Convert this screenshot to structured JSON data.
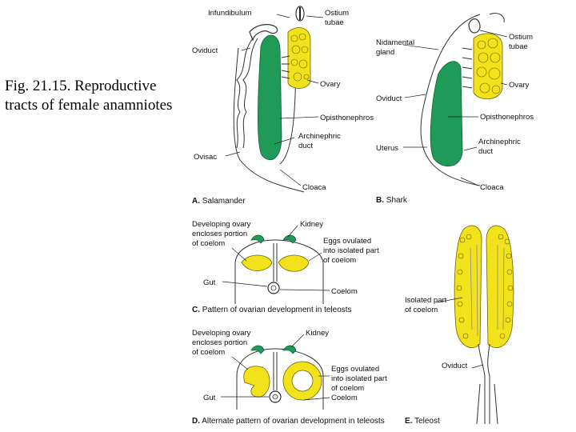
{
  "caption": {
    "line1": "Fig. 21.15. Reproductive",
    "line2": "tracts of female anamniotes"
  },
  "panel_a": {
    "letter": "A.",
    "name": "Salamander",
    "labels": {
      "infundibulum": "Infundibulum",
      "ostium_line1": "Ostium",
      "ostium_line2": "tubae",
      "oviduct": "Oviduct",
      "ovary": "Ovary",
      "opisthonephros": "Opisthonephros",
      "archinephric_line1": "Archinephric",
      "archinephric_line2": "duct",
      "ovisac": "Ovisac",
      "cloaca": "Cloaca"
    }
  },
  "panel_b": {
    "letter": "B.",
    "name": "Shark",
    "labels": {
      "nidamental_line1": "Nidamental",
      "nidamental_line2": "gland",
      "ostium_line1": "Ostium",
      "ostium_line2": "tubae",
      "ovary": "Ovary",
      "oviduct": "Oviduct",
      "opisthonephros": "Opisthonephros",
      "archinephric_line1": "Archinephric",
      "archinephric_line2": "duct",
      "uterus": "Uterus",
      "cloaca": "Cloaca"
    }
  },
  "panel_c": {
    "letter": "C.",
    "name": "Pattern of ovarian development in teleosts",
    "labels": {
      "developing_line1": "Developing ovary",
      "developing_line2": "encloses portion",
      "developing_line3": "of coelom",
      "kidney": "Kidney",
      "eggs_line1": "Eggs ovulated",
      "eggs_line2": "into isolated part",
      "eggs_line3": "of coelom",
      "gut": "Gut",
      "coelom": "Coelom"
    }
  },
  "panel_d": {
    "letter": "D.",
    "name": "Alternate pattern of ovarian development in teleosts",
    "labels": {
      "developing_line1": "Developing ovary",
      "developing_line2": "encloses portion",
      "developing_line3": "of coelom",
      "kidney": "Kidney",
      "eggs_line1": "Eggs ovulated",
      "eggs_line2": "into isolated part",
      "eggs_line3": "of coelom",
      "gut": "Gut",
      "coelom": "Coelom"
    }
  },
  "panel_e": {
    "letter": "E.",
    "name": "Teleost",
    "labels": {
      "isolated_line1": "Isolated part",
      "isolated_line2": "of coelom",
      "oviduct": "Oviduct"
    }
  },
  "colors": {
    "kidney_green": "#1f9a57",
    "ovary_yellow": "#f2e21b",
    "outline": "#333333"
  }
}
